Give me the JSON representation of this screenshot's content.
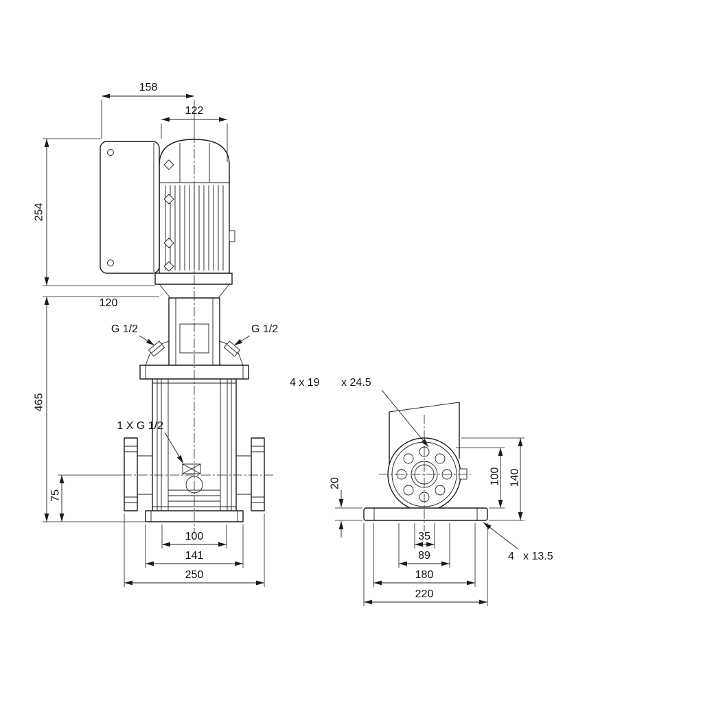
{
  "side_view": {
    "d158": "158",
    "d122": "122",
    "d254": "254",
    "d120": "120",
    "d465": "465",
    "d75": "75",
    "d100": "100",
    "d141": "141",
    "d250": "250",
    "g_half_left": "G 1/2",
    "g_half_right": "G 1/2",
    "drain_label": "1 X G 1/2"
  },
  "end_view": {
    "flange_hole_note_a": "4 x 19",
    "flange_hole_note_b": "x 24.5",
    "d20": "20",
    "d100": "100",
    "d140": "140",
    "d35": "35",
    "d89": "89",
    "d180": "180",
    "d220": "220",
    "base_hole_note_a": "4",
    "base_hole_note_b": "x 13.5"
  }
}
